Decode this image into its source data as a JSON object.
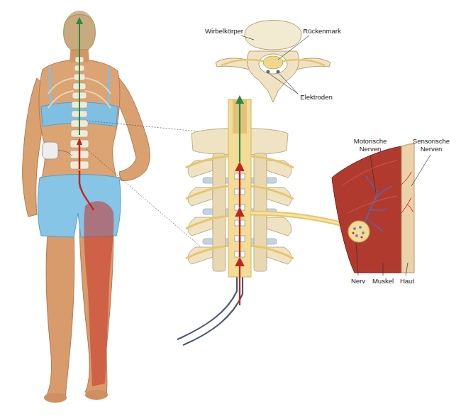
{
  "diagram": {
    "labels": [
      "Wirbelkörper",
      "Rückenmark",
      "Elektroden",
      "Motorische Nerven",
      "Sensorische Nerven",
      "Nerv",
      "Muskel",
      "Haut"
    ]
  }
}
